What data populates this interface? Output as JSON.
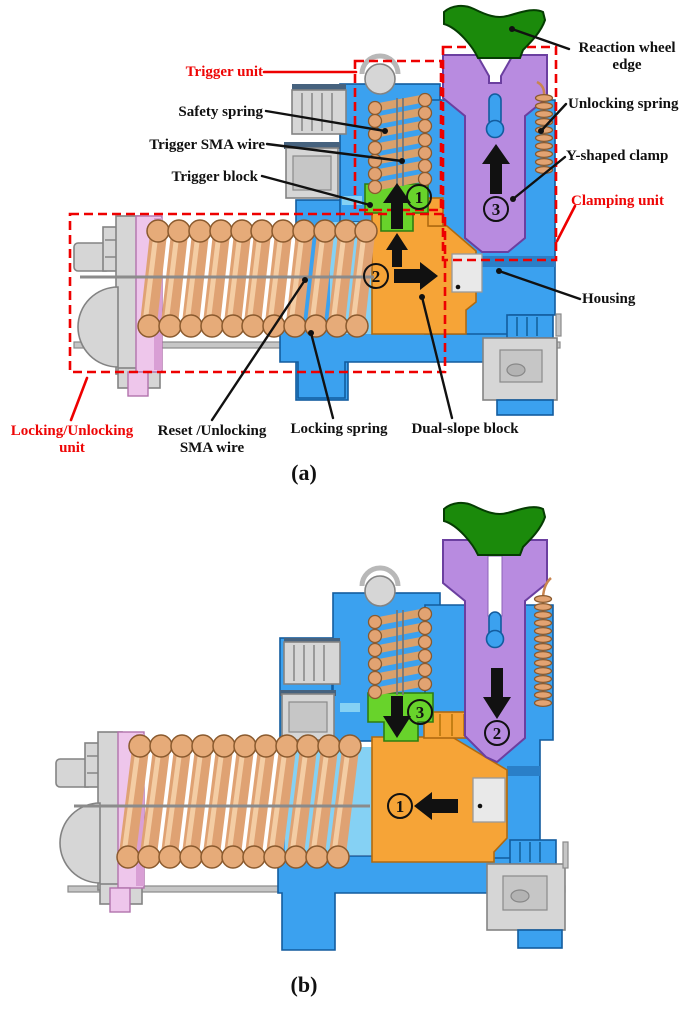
{
  "figure": {
    "panel_a": {
      "caption": "(a)",
      "unit_labels": {
        "trigger_unit": "Trigger unit",
        "clamping_unit": "Clamping unit",
        "locking_unlocking_unit": "Locking/Unlocking unit"
      },
      "part_labels": {
        "safety_spring": "Safety spring",
        "trigger_sma_wire": "Trigger SMA wire",
        "trigger_block": "Trigger block",
        "reaction_wheel_edge": "Reaction wheel edge",
        "unlocking_spring": "Unlocking spring",
        "y_shaped_clamp": "Y-shaped clamp",
        "housing": "Housing",
        "reset_unlocking_sma_wire": "Reset /Unlocking SMA wire",
        "locking_spring": "Locking spring",
        "dual_slope_block": "Dual-slope block"
      },
      "steps": {
        "step1": "1",
        "step2": "2",
        "step3": "3"
      }
    },
    "panel_b": {
      "caption": "(b)",
      "steps": {
        "step1": "1",
        "step2": "2",
        "step3": "3"
      }
    },
    "colors": {
      "housing_blue": "#3ba1ef",
      "clamp_purple": "#b88be0",
      "reaction_wheel_green": "#1b8a0b",
      "trigger_block_green": "#68d32b",
      "spring_copper": "#e2a372",
      "dual_slope_orange": "#f6a437",
      "plate_pink": "#eec6eb",
      "metal_gray": "#d6d6d6",
      "annotation_red": "#ee0000",
      "label_black": "#111111"
    }
  }
}
